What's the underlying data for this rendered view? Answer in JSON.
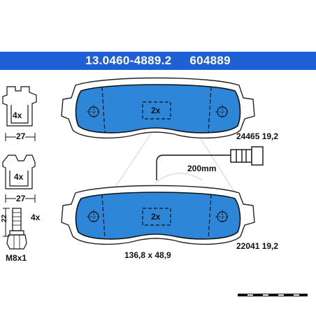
{
  "header": {
    "part_number": "13.0460-4889.2",
    "ref_number": "604889",
    "background": "#1f5fd6"
  },
  "pad_fill_color": "#2e86d8",
  "clip_top": {
    "quantity": "4x",
    "width": "27"
  },
  "clip_bottom": {
    "quantity": "4x",
    "width": "27"
  },
  "bolt": {
    "quantity": "4x",
    "length": "22",
    "thread": "M8x1"
  },
  "pad_top": {
    "quantity": "2x",
    "spec": "24465 19,2"
  },
  "pad_bottom": {
    "quantity": "2x",
    "spec": "22041 19,2"
  },
  "wear_sensor": {
    "length": "200mm"
  },
  "dimensions": "136,8 x 48,9"
}
